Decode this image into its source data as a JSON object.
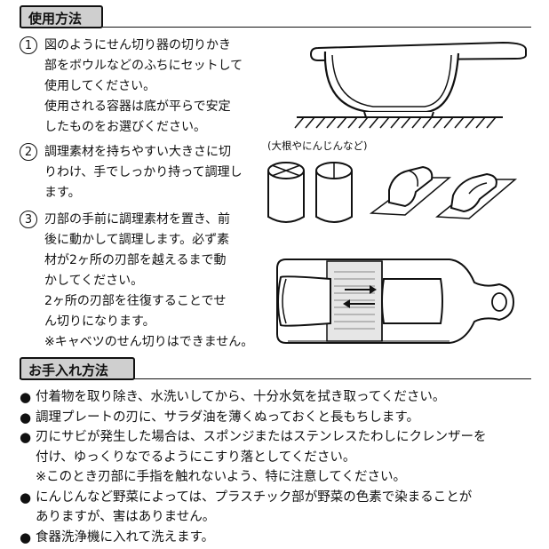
{
  "usage": {
    "title": "使用方法",
    "steps": [
      {
        "number": "1",
        "lines": [
          "図のようにせん切り器の切りかき",
          "部をボウルなどのふちにセットして",
          "使用してください。",
          "使用される容器は底が平らで安定",
          "したものをお選びください。"
        ]
      },
      {
        "number": "2",
        "lines": [
          "調理素材を持ちやすい大きさに切",
          "りわけ、手でしっかり持って調理し",
          "ます。"
        ]
      },
      {
        "number": "3",
        "lines": [
          "刃部の手前に調理素材を置き、前",
          "後に動かして調理します。必ず素",
          "材が2ヶ所の刃部を越えるまで動",
          "かしてください。",
          "2ヶ所の刃部を往復することでせ",
          "ん切りになります。",
          "※キャベツのせん切りはできません。"
        ]
      }
    ],
    "illustration_caption": "(大根やにんじんなど)"
  },
  "care": {
    "title": "お手入れ方法",
    "bullet": "●",
    "items": [
      {
        "lines": [
          "付着物を取り除き、水洗いしてから、十分水気を拭き取ってください。"
        ]
      },
      {
        "lines": [
          "調理プレートの刃に、サラダ油を薄くぬっておくと長もちします。"
        ]
      },
      {
        "lines": [
          "刃にサビが発生した場合は、スポンジまたはステンレスたわしにクレンザーを",
          "付け、ゆっくりなでるようにこすり落としてください。",
          "※このとき刃部に手指を触れないよう、特に注意してください。"
        ]
      },
      {
        "lines": [
          "にんじんなど野菜によっては、プラスチック部が野菜の色素で染まることが",
          "ありますが、害はありません。"
        ]
      },
      {
        "lines": [
          "食器洗浄機に入れて洗えます。"
        ]
      }
    ]
  },
  "colors": {
    "header_fill": "#cfcfcf",
    "ink": "#111111",
    "blade_area": "#e6e6e6"
  }
}
